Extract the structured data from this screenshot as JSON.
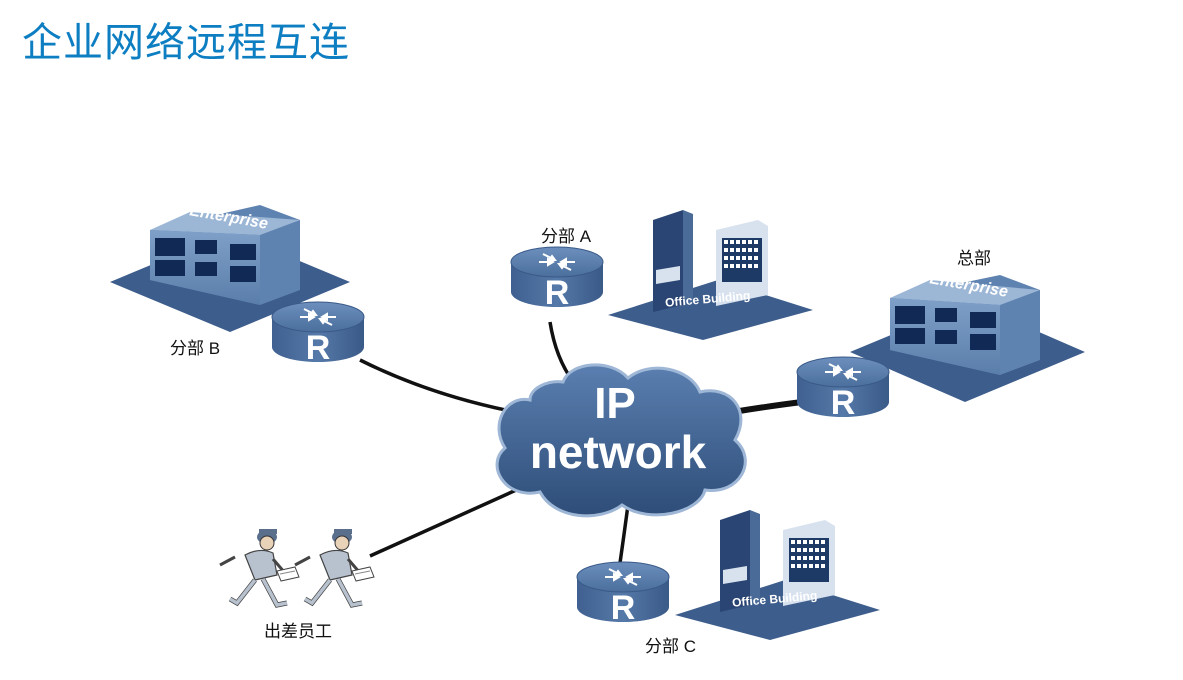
{
  "title": "企业网络远程互连",
  "nodes": {
    "branch_a": {
      "label": "分部 A"
    },
    "branch_b": {
      "label": "分部 B"
    },
    "branch_c": {
      "label": "分部 C"
    },
    "headquarters": {
      "label": "总部"
    },
    "traveling_staff": {
      "label": "出差员工"
    }
  },
  "cloud": {
    "line1": "IP",
    "line2": "network"
  },
  "router_letter": "R",
  "building_labels": {
    "enterprise": "Enterprise",
    "office": "Office Building"
  },
  "colors": {
    "title": "#0d7ec2",
    "cloud_fill": "#3a5f8f",
    "router_fill": "#4a6f9c",
    "building_base": "#3d5d8c",
    "link": "#111111"
  },
  "icons": [
    "router-icon",
    "enterprise-building-icon",
    "office-building-icon",
    "cloud-icon",
    "traveler-icon"
  ]
}
